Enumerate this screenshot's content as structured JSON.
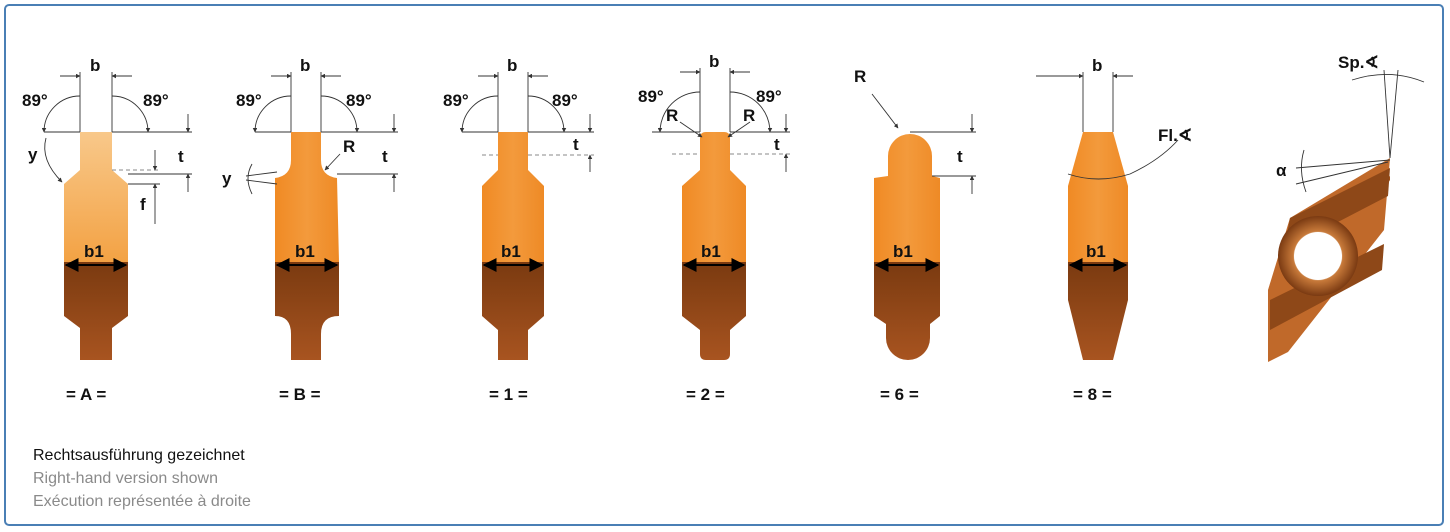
{
  "colors": {
    "border": "#4a7fb5",
    "light_orange": "#f5a54a",
    "orange": "#f0922d",
    "brown": "#8b4513",
    "dark_brown": "#6e3410"
  },
  "variants": [
    {
      "code": "= A =",
      "b": "b",
      "b1": "b1",
      "angle_left": "89°",
      "angle_right": "89°",
      "t": "t",
      "f": "f",
      "y": "y"
    },
    {
      "code": "= B =",
      "b": "b",
      "b1": "b1",
      "angle_left": "89°",
      "angle_right": "89°",
      "t": "t",
      "R": "R",
      "y": "y"
    },
    {
      "code": "= 1 =",
      "b": "b",
      "b1": "b1",
      "angle_left": "89°",
      "angle_right": "89°",
      "t": "t"
    },
    {
      "code": "= 2 =",
      "b": "b",
      "b1": "b1",
      "angle_left": "89°",
      "angle_right": "89°",
      "t": "t",
      "R_left": "R",
      "R_right": "R"
    },
    {
      "code": "= 6 =",
      "b1": "b1",
      "t": "t",
      "R": "R"
    },
    {
      "code": "= 8 =",
      "b": "b",
      "b1": "b1",
      "fl_angle": "Fl.∢"
    }
  ],
  "insert_view": {
    "sp_angle": "Sp.∢",
    "alpha": "α"
  },
  "notes": {
    "de": "Rechtsausführung gezeichnet",
    "en": "Right-hand version shown",
    "fr": "Exécution représentée à droite"
  }
}
